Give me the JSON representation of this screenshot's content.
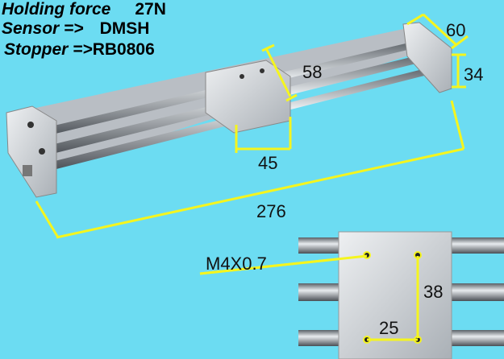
{
  "specs": [
    {
      "label": "Holding force",
      "value": "27N"
    },
    {
      "label": "Sensor =>",
      "value": "DMSH"
    },
    {
      "label": "Stopper =>",
      "value": "RB0806"
    }
  ],
  "dimensions": {
    "width": "60",
    "height": "34",
    "carriage_width": "58",
    "carriage_length": "45",
    "total_length": "276",
    "thread": "M4X0.7",
    "hole_pitch_long": "38",
    "hole_pitch_short": "25"
  },
  "colors": {
    "background": "#6cdcf2",
    "dimension_line": "#f5f51e"
  }
}
